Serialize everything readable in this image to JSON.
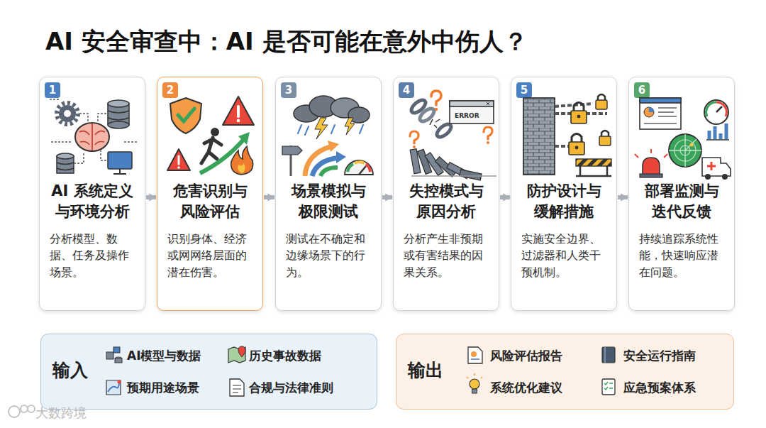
{
  "diagram": {
    "title": "AI 安全审查中：AI 是否可能在意外中伤人？",
    "nodes": [
      {
        "text": [
          "AI 系统定义 与环境分析",
          "分析模型、数 据、任务及操作 场景。"
        ]
      },
      {
        "text": [
          "1"
        ],
        "in": 0
      },
      {
        "text": [
          "危害识别与 风险评估",
          "识别身体、经济 或网网络层面的 潜在伤害。"
        ]
      },
      {
        "text": [
          "2"
        ],
        "in": 2
      },
      {
        "text": [
          "场景模拟与 极限测试",
          "测试在不确定和 边缘场景下的行 为。"
        ]
      },
      {
        "text": [
          "3"
        ],
        "in": 4
      },
      {
        "text": [
          "失控模式与 原因分析",
          "分析产生非预期 或有害结果的因 果关系。"
        ]
      },
      {
        "text": [
          "4"
        ],
        "in": 6
      },
      {
        "text": [
          "防护设计与 缓解措施",
          "实施安全边界、 过滤器和人类干 预机制。"
        ]
      },
      {
        "text": [
          "5"
        ],
        "in": 8
      },
      {
        "text": [
          "部署监测与 迭代反馈",
          "持续追踪系统性 能，快速响应潜 在问题。"
        ]
      },
      {
        "text": [
          "6"
        ],
        "in": 10
      },
      {
        "text": [
          "输入",
          "AI模型与数据",
          "历史事故数据",
          "预期用途场景",
          "合规与法律准则"
        ]
      },
      {
        "text": [
          "输出",
          "风险评估报告",
          "安全运行指南",
          "系统优化建议",
          "应急预案体系"
        ]
      }
    ],
    "edges": [
      {
        "from": 0,
        "to": 2,
        "arrow": "to"
      },
      {
        "from": 2,
        "to": 4,
        "arrow": "to"
      },
      {
        "from": 4,
        "to": 6,
        "arrow": "to"
      },
      {
        "from": 6,
        "to": 8,
        "arrow": "to"
      },
      {
        "from": 8,
        "to": 10,
        "arrow": "to"
      }
    ],
    "labels": [
      "ERROR",
      "大数跨境"
    ]
  }
}
